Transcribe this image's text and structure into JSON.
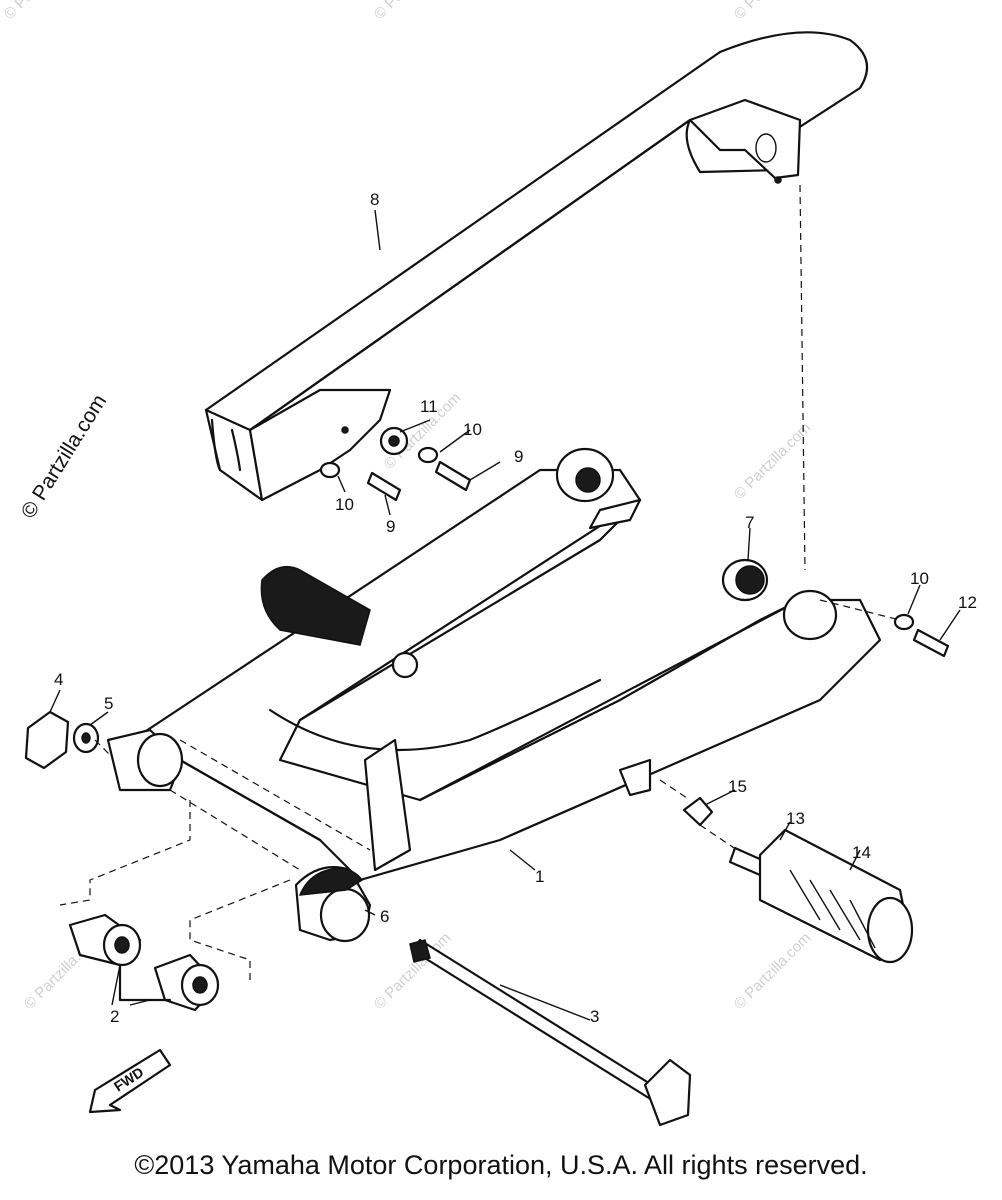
{
  "diagram": {
    "callouts": [
      {
        "id": "c1",
        "text": "1"
      },
      {
        "id": "c2",
        "text": "2"
      },
      {
        "id": "c3",
        "text": "3"
      },
      {
        "id": "c4",
        "text": "4"
      },
      {
        "id": "c5",
        "text": "5"
      },
      {
        "id": "c6",
        "text": "6"
      },
      {
        "id": "c7",
        "text": "7"
      },
      {
        "id": "c8",
        "text": "8"
      },
      {
        "id": "c9a",
        "text": "9"
      },
      {
        "id": "c9b",
        "text": "9"
      },
      {
        "id": "c10a",
        "text": "10"
      },
      {
        "id": "c10b",
        "text": "10"
      },
      {
        "id": "c10c",
        "text": "10"
      },
      {
        "id": "c11",
        "text": "11"
      },
      {
        "id": "c12",
        "text": "12"
      },
      {
        "id": "c13",
        "text": "13"
      },
      {
        "id": "c14",
        "text": "14"
      },
      {
        "id": "c15",
        "text": "15"
      }
    ],
    "fwd_label": "FWD",
    "watermark": "© Partzilla.com",
    "side_watermark": "© Partzilla.com"
  },
  "copyright": "©2013  Yamaha Motor Corporation, U.S.A. All rights reserved."
}
